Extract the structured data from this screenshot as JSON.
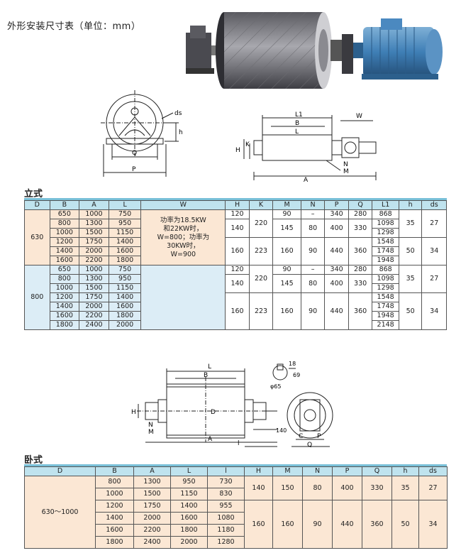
{
  "title": "外形安装尺寸表（单位：mm）",
  "standing": {
    "label": "立式",
    "headers": [
      "D",
      "B",
      "A",
      "L",
      "W",
      "H",
      "K",
      "M",
      "N",
      "P",
      "Q",
      "L1",
      "h",
      "ds"
    ],
    "d_values": [
      "630",
      "800"
    ],
    "w_note": [
      "功率为18.5KW",
      "和22KW时，",
      "W=800；功率为",
      "30KW时，",
      "W=900"
    ],
    "bal": [
      [
        "650",
        "1000",
        "750"
      ],
      [
        "800",
        "1300",
        "950"
      ],
      [
        "1000",
        "1500",
        "1150"
      ],
      [
        "1200",
        "1750",
        "1400"
      ],
      [
        "1400",
        "2000",
        "1600"
      ],
      [
        "1600",
        "2200",
        "1800"
      ]
    ],
    "bal_800_extra": [
      "1800",
      "2400",
      "2000"
    ],
    "h_vals": [
      "120",
      "140",
      "160"
    ],
    "k_vals": [
      "220",
      "223"
    ],
    "m_vals": [
      "90",
      "145",
      "160"
    ],
    "n_vals": [
      "–",
      "80",
      "90"
    ],
    "p_vals": [
      "340",
      "400",
      "440"
    ],
    "q_vals": [
      "280",
      "330",
      "360"
    ],
    "l1": [
      "868",
      "1098",
      "1298",
      "1548",
      "1748",
      "1948"
    ],
    "l1_800_extra": "2148",
    "h_small": [
      "35",
      "50"
    ],
    "ds": [
      "27",
      "34"
    ]
  },
  "horizontal": {
    "label": "卧式",
    "headers": [
      "D",
      "B",
      "A",
      "L",
      "l",
      "H",
      "M",
      "N",
      "P",
      "Q",
      "h",
      "ds"
    ],
    "d_value": "630～1000",
    "rows": [
      [
        "800",
        "1300",
        "950",
        "730"
      ],
      [
        "1000",
        "1500",
        "1150",
        "830"
      ],
      [
        "1200",
        "1750",
        "1400",
        "955"
      ],
      [
        "1400",
        "2000",
        "1600",
        "1080"
      ],
      [
        "1600",
        "2200",
        "1800",
        "1180"
      ],
      [
        "1800",
        "2400",
        "2000",
        "1280"
      ]
    ],
    "group1": [
      "140",
      "150",
      "80",
      "400",
      "330",
      "35",
      "27"
    ],
    "group2": [
      "160",
      "160",
      "90",
      "440",
      "360",
      "50",
      "34"
    ]
  },
  "drawing_labels": {
    "front": {
      "ds": "ds",
      "h": "h",
      "q": "Q",
      "p": "P"
    },
    "side": {
      "l1": "L1",
      "b": "B",
      "l": "L",
      "w": "W",
      "h": "H",
      "k": "K",
      "n": "N",
      "m": "M",
      "a": "A"
    },
    "horiz": {
      "l": "L",
      "b": "B",
      "d": "D",
      "h": "H",
      "n": "N",
      "m": "M",
      "a": "A",
      "l_small": "l",
      "d140": "140",
      "d18": "18",
      "d69": "69",
      "phi65": "φ65",
      "c": "C",
      "p": "P",
      "q": "Q"
    }
  }
}
